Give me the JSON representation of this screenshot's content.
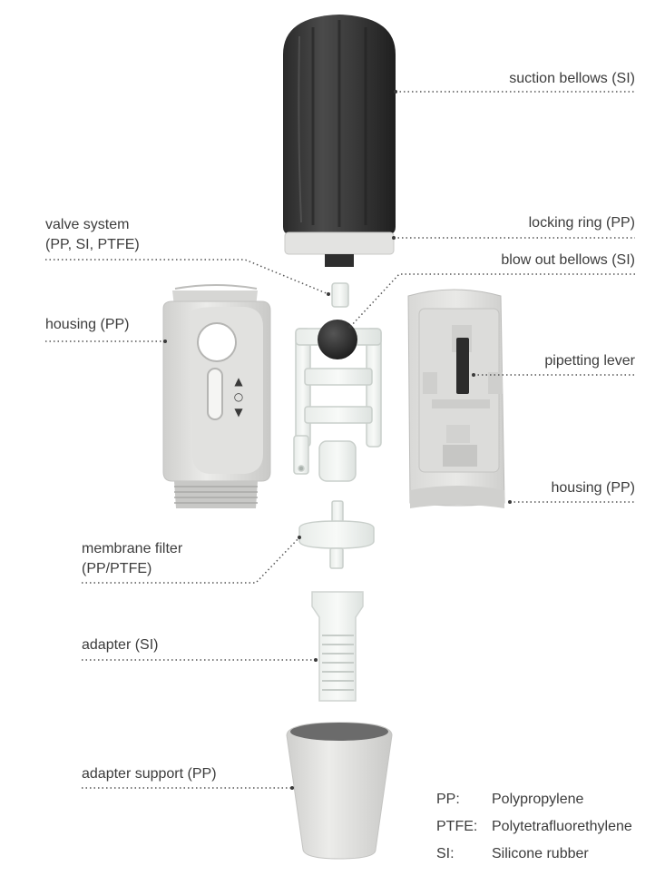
{
  "labels": {
    "suction_bellows": "suction bellows (SI)",
    "locking_ring": "locking ring (PP)",
    "valve_system_line1": "valve system",
    "valve_system_line2": "(PP, SI, PTFE)",
    "blow_out_bellows": "blow out bellows (SI)",
    "housing_left": "housing (PP)",
    "pipetting_lever": "pipetting lever",
    "housing_right": "housing (PP)",
    "membrane_filter_line1": "membrane filter",
    "membrane_filter_line2": "(PP/PTFE)",
    "adapter": "adapter (SI)",
    "adapter_support": "adapter support (PP)"
  },
  "housing_symbols": {
    "up": "▲",
    "center": "○",
    "down": "▼"
  },
  "legend": [
    {
      "abbr": "PP:",
      "meaning": "Polypropylene"
    },
    {
      "abbr": "PTFE:",
      "meaning": "Polytetrafluorethylene"
    },
    {
      "abbr": "SI:",
      "meaning": "Silicone rubber"
    }
  ],
  "colors": {
    "bellows": "#3a3a3a",
    "plastic": "#e6e6e4",
    "leader_line": "#555555"
  }
}
